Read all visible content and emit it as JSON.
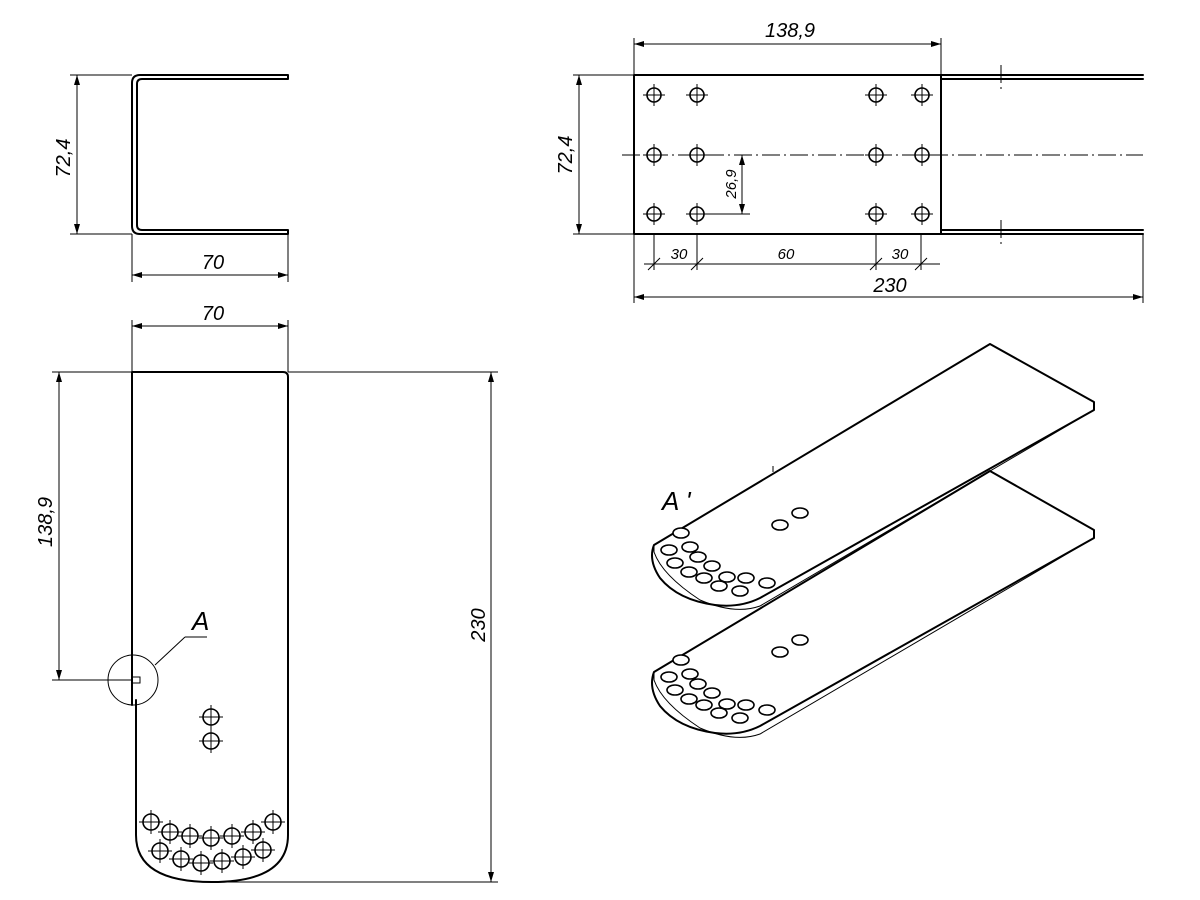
{
  "dimensions": {
    "front_height": "72,4",
    "front_width": "70",
    "top_length_top": "138,9",
    "top_height": "72,4",
    "top_offset": "26,9",
    "top_gap_left": "30",
    "top_gap_mid": "60",
    "top_gap_right": "30",
    "top_total": "230",
    "side_width": "70",
    "side_partial": "138,9",
    "side_total": "230"
  },
  "labels": {
    "detail_A": "A",
    "iso_label_A": "A '"
  }
}
